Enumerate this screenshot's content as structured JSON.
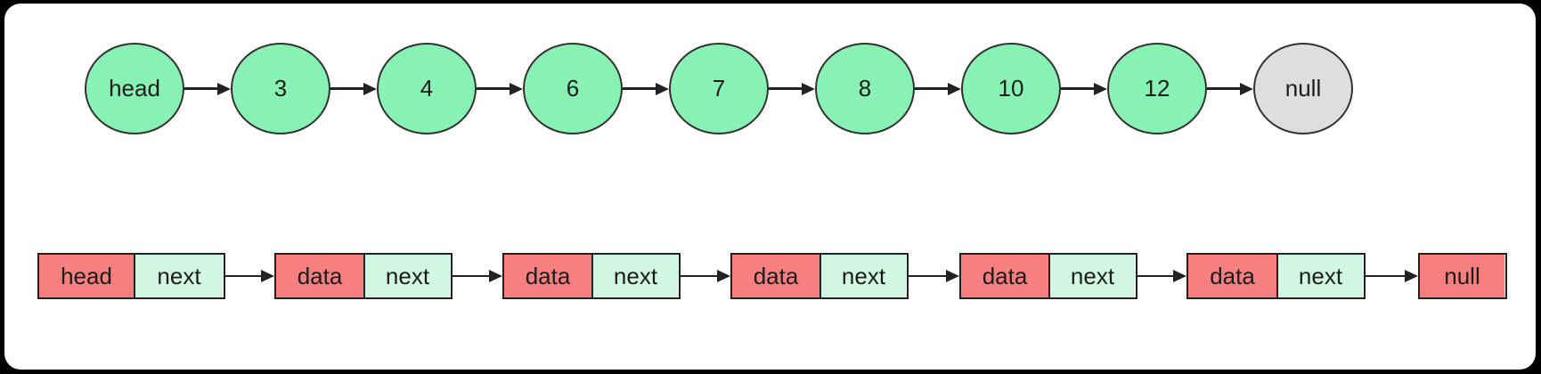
{
  "diagram": {
    "description": "Singly linked list diagram: circle view on top, memory-cell (data/next) view on bottom",
    "colors": {
      "outer_background": "#000000",
      "canvas_background": "#ffffff",
      "node_green": "#88F1B4",
      "node_gray": "#DEDEDE",
      "cell_red": "#F87F7F",
      "cell_mint": "#D1F7E2",
      "stroke": "#333333",
      "arrow": "#222222",
      "text": "#1c1c1c"
    },
    "top_list": {
      "nodes": [
        {
          "label": "head",
          "type": "green"
        },
        {
          "label": "3",
          "type": "green"
        },
        {
          "label": "4",
          "type": "green"
        },
        {
          "label": "6",
          "type": "green"
        },
        {
          "label": "7",
          "type": "green"
        },
        {
          "label": "8",
          "type": "green"
        },
        {
          "label": "10",
          "type": "green"
        },
        {
          "label": "12",
          "type": "green"
        },
        {
          "label": "null",
          "type": "gray"
        }
      ]
    },
    "bottom_list": {
      "nodes": [
        {
          "cells": [
            {
              "label": "head",
              "type": "red"
            },
            {
              "label": "next",
              "type": "mint"
            }
          ]
        },
        {
          "cells": [
            {
              "label": "data",
              "type": "red"
            },
            {
              "label": "next",
              "type": "mint"
            }
          ]
        },
        {
          "cells": [
            {
              "label": "data",
              "type": "red"
            },
            {
              "label": "next",
              "type": "mint"
            }
          ]
        },
        {
          "cells": [
            {
              "label": "data",
              "type": "red"
            },
            {
              "label": "next",
              "type": "mint"
            }
          ]
        },
        {
          "cells": [
            {
              "label": "data",
              "type": "red"
            },
            {
              "label": "next",
              "type": "mint"
            }
          ]
        },
        {
          "cells": [
            {
              "label": "data",
              "type": "red"
            },
            {
              "label": "next",
              "type": "mint"
            }
          ]
        },
        {
          "cells": [
            {
              "label": "null",
              "type": "red"
            }
          ]
        }
      ]
    }
  }
}
